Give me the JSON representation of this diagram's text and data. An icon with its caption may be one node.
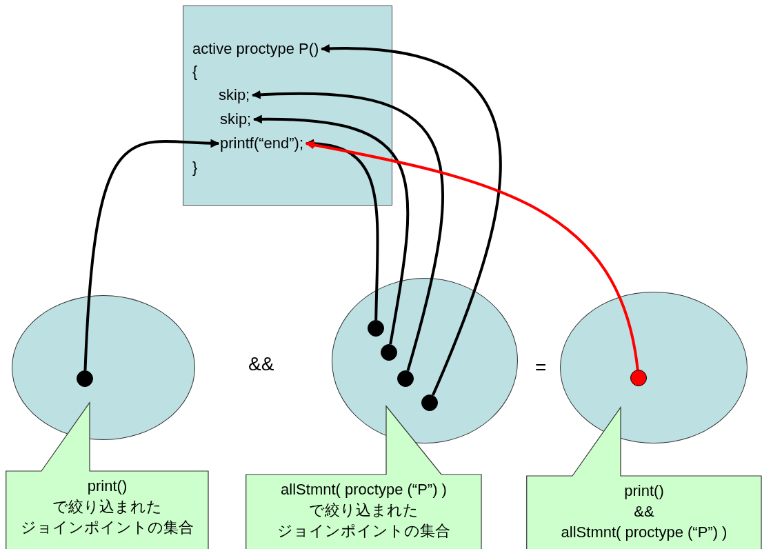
{
  "diagram": {
    "nodes": [
      {
        "text": [],
        "shape": "box"
      },
      {
        "text": [
          "active proctype P()"
        ],
        "in": 0
      },
      {
        "text": [
          "{"
        ],
        "in": 0
      },
      {
        "text": [
          "skip;"
        ],
        "in": 0
      },
      {
        "text": [
          "skip;"
        ],
        "in": 0
      },
      {
        "text": [
          "printf(“end”);"
        ],
        "in": 0
      },
      {
        "text": [
          "}"
        ],
        "in": 0
      },
      {
        "text": [],
        "shape": "ellipse"
      },
      {
        "text": [],
        "shape": "circle",
        "in": 7
      },
      {
        "text": [],
        "shape": "ellipse"
      },
      {
        "text": [],
        "shape": "circle",
        "in": 9
      },
      {
        "text": [],
        "shape": "circle",
        "in": 9
      },
      {
        "text": [],
        "shape": "circle",
        "in": 9
      },
      {
        "text": [],
        "shape": "circle",
        "in": 9
      },
      {
        "text": [],
        "shape": "ellipse"
      },
      {
        "text": [],
        "shape": "circle",
        "in": 14
      },
      {
        "text": [
          "print() で絞り込まれたジョインポイントの集合"
        ]
      },
      {
        "text": [
          "allStmnt( proctype (“P”) ) で絞り込まれたジョインポイントの集合"
        ]
      },
      {
        "text": [
          "print() && allStmnt( proctype (“P”) )"
        ]
      }
    ],
    "edges": [
      {
        "from": 8,
        "to": 5,
        "arrow": "to"
      },
      {
        "from": 10,
        "to": 5,
        "arrow": "to"
      },
      {
        "from": 11,
        "to": 4,
        "arrow": "to"
      },
      {
        "from": 12,
        "to": 3,
        "arrow": "to"
      },
      {
        "from": 13,
        "to": 1,
        "arrow": "to"
      },
      {
        "from": 15,
        "to": 5,
        "arrow": "to",
        "color": "#ff0000"
      }
    ],
    "labels": [
      "&&",
      "="
    ]
  }
}
